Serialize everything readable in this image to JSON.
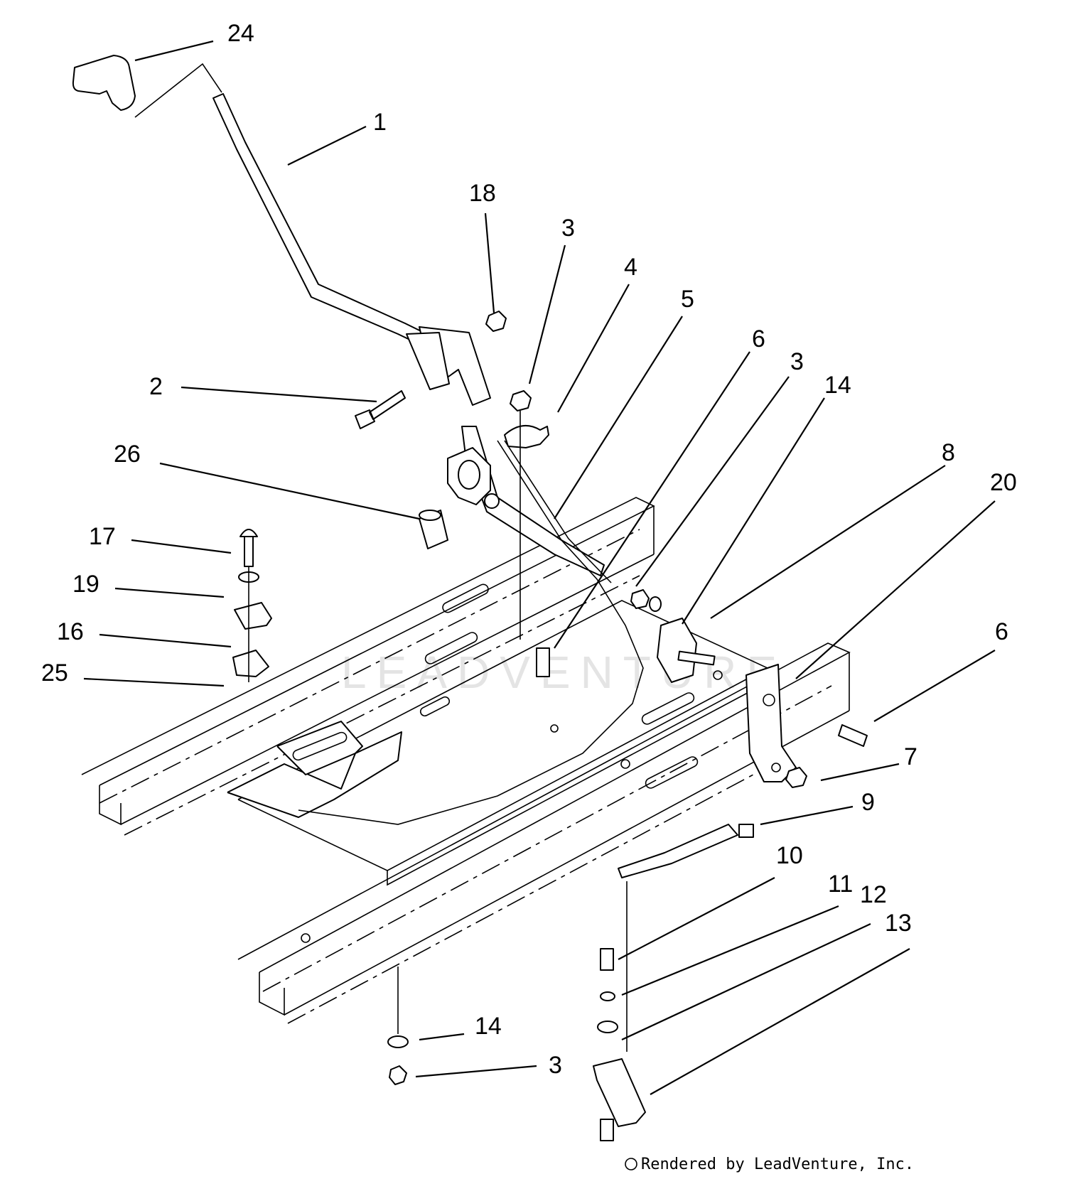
{
  "callouts": {
    "c1": "1",
    "c2": "2",
    "c3a": "3",
    "c3b": "3",
    "c3c": "3",
    "c4": "4",
    "c5": "5",
    "c6a": "6",
    "c6b": "6",
    "c7": "7",
    "c8": "8",
    "c9": "9",
    "c10": "10",
    "c11": "11",
    "c12": "12",
    "c13": "13",
    "c14a": "14",
    "c14b": "14",
    "c16": "16",
    "c17": "17",
    "c18": "18",
    "c19": "19",
    "c20": "20",
    "c24": "24",
    "c25": "25",
    "c26": "26"
  },
  "watermark": "LEADVENTURE",
  "footer": {
    "credit": "Rendered by LeadVenture, Inc."
  }
}
